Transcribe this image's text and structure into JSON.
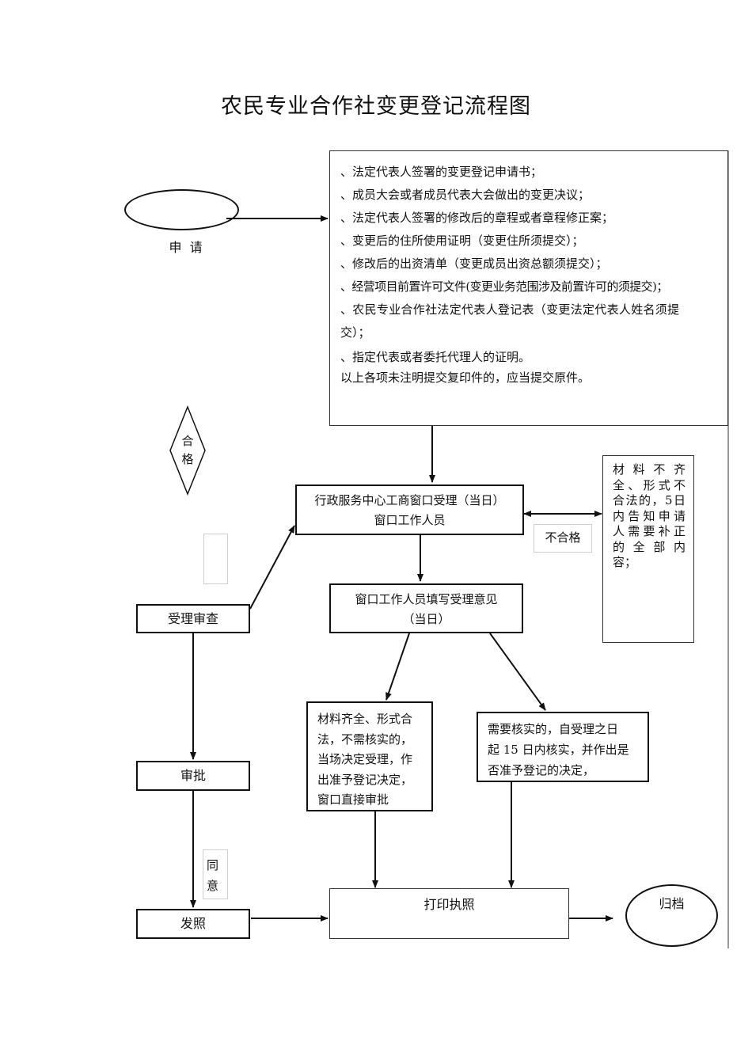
{
  "title": "农民专业合作社变更登记流程图",
  "nodes": {
    "apply": "申  请",
    "documents": {
      "lines": [
        "、法定代表人签署的变更登记申请书；",
        "、成员大会或者成员代表大会做出的变更决议；",
        "、法定代表人签署的修改后的章程或者章程修正案；",
        "、变更后的住所使用证明（变更住所须提交）；",
        "、修改后的出资清单（变更成员出资总额须提交）；",
        "、经营项目前置许可文件(变更业务范围涉及前置许可的须提交)；",
        "、农民专业合作社法定代表人登记表（变更法定代表人姓名须提",
        "交）；",
        "、指定代表或者委托代理人的证明。",
        "以上各项未注明提交复印件的，应当提交原件。"
      ]
    },
    "qualified_diamond": [
      "合",
      "格"
    ],
    "window_accept": [
      "行政服务中心工商窗口受理（当日）",
      "窗口工作人员"
    ],
    "unqualified_label": "不合格",
    "incomplete_note": [
      "材 料 不 齐",
      "全、形式不",
      "合法的，5日",
      "内告知申请",
      "人需要补正",
      "的 全 部 内",
      "容；"
    ],
    "window_opinion": [
      "窗口工作人员填写受理意见",
      "（当日）"
    ],
    "acceptance_review": "受理审查",
    "direct_approval": [
      "材料齐全、形式合",
      "法，不需核实的，",
      "当场决定受理，作",
      "出准予登记决定，",
      "窗口直接审批"
    ],
    "verify": [
      "需要核实的，自受理之日",
      "起 15 日内核实，并作出是",
      "否准予登记的决定，"
    ],
    "approval": "审批",
    "agree": [
      "同",
      "意"
    ],
    "issue": "发照",
    "print_license": "打印执照",
    "archive": "归档"
  }
}
